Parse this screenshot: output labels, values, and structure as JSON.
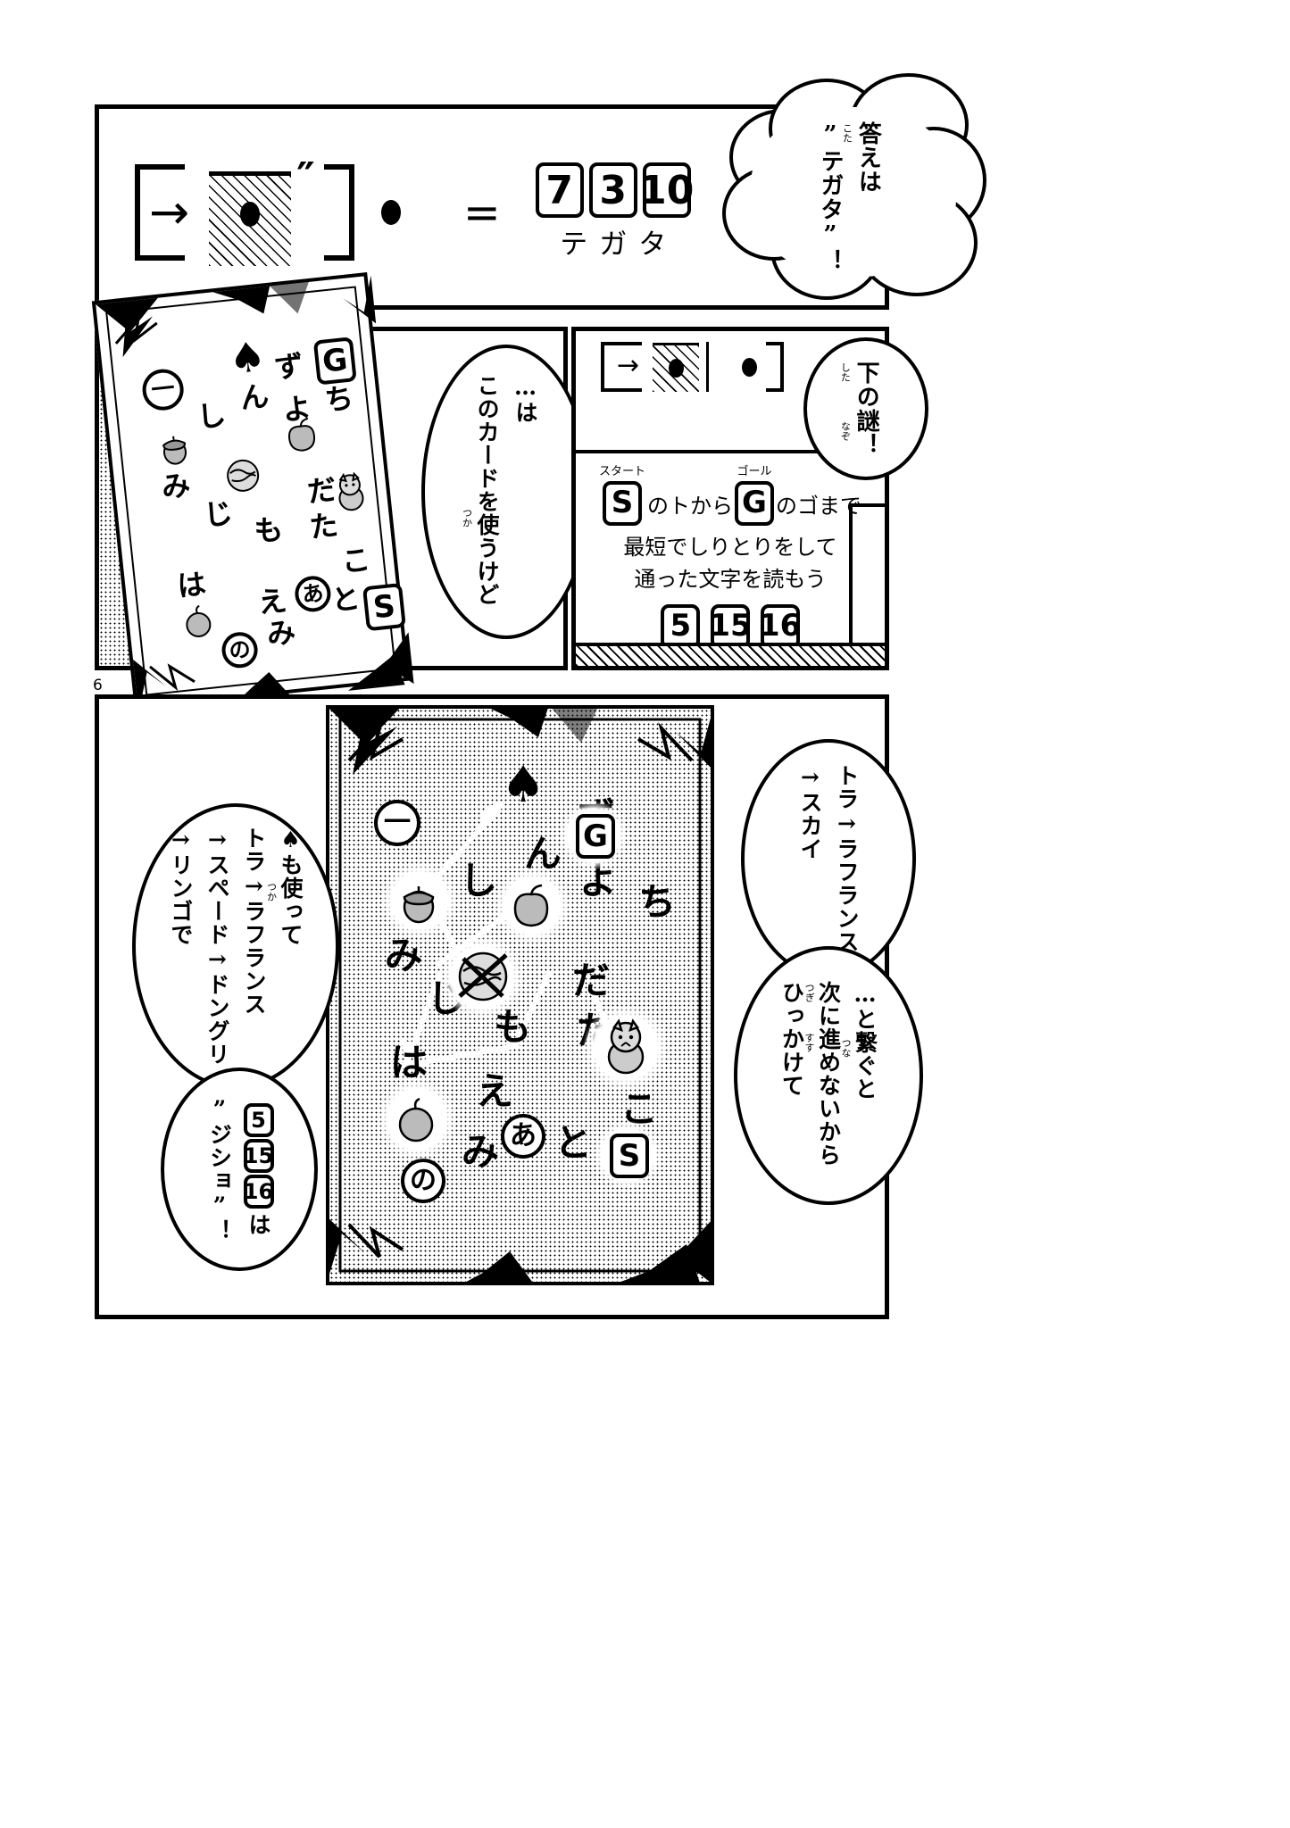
{
  "page": {
    "number": "6"
  },
  "panel_top": {
    "equation": {
      "arrow_icon": "right-arrow",
      "hatched_box_icon": "hatched-square-with-dot",
      "dakuten": "゛",
      "dot_icon": "black-dot",
      "equals": "=",
      "result_tiles": [
        "7",
        "3",
        "10"
      ],
      "result_reading": "テガタ"
    },
    "bubble": {
      "line1": "答えは",
      "ruby1": "こた",
      "line2": "”テガタ”！"
    }
  },
  "panel_card_left": {
    "card": {
      "suit_icon": "spade",
      "rank": "①",
      "rank_glyph": "一",
      "cells": [
        {
          "text": "じ",
          "kind": "kana"
        },
        {
          "text": "み",
          "kind": "kana"
        },
        {
          "text": "し",
          "kind": "kana"
        },
        {
          "text": "ん",
          "kind": "kana"
        },
        {
          "text": "ず",
          "kind": "kana"
        },
        {
          "text": "よ",
          "kind": "kana"
        },
        {
          "text": "ち",
          "kind": "kana"
        },
        {
          "text": "だ",
          "kind": "kana"
        },
        {
          "text": "た",
          "kind": "kana"
        },
        {
          "text": "も",
          "kind": "kana"
        },
        {
          "text": "は",
          "kind": "kana"
        },
        {
          "text": "え",
          "kind": "kana"
        },
        {
          "text": "み",
          "kind": "kana"
        },
        {
          "text": "の",
          "kind": "circled"
        },
        {
          "text": "あ",
          "kind": "circled"
        },
        {
          "text": "と",
          "kind": "kana"
        },
        {
          "text": "こ",
          "kind": "kana"
        }
      ],
      "icons": [
        "acorn",
        "apple",
        "globe",
        "tiger"
      ],
      "markers": [
        "G",
        "S"
      ]
    },
    "bubble": {
      "line1": "…は",
      "line2": "このカードを使うけど",
      "ruby_tsuka": "つか"
    }
  },
  "panel_right_mid": {
    "mini_equation": {
      "arrow_icon": "right-arrow",
      "hatched_box_icon": "hatched-square-with-dot",
      "dot_icon": "black-dot"
    },
    "bubble": {
      "line1": "下の謎！",
      "ruby_shita": "した",
      "ruby_nazo": "なぞ"
    },
    "instruction": {
      "ruby_start": "スタート",
      "start_tile": "S",
      "ruby_goal": "ゴール",
      "goal_tile": "G",
      "line1_a": "のトから",
      "line1_b": "のゴまで",
      "line2": "最短でしりとりをして",
      "line3": "通った文字を読もう",
      "answer_tiles": [
        "5",
        "15",
        "16"
      ]
    }
  },
  "panel_bottom": {
    "card": {
      "suit_icon": "spade",
      "rank_glyph": "一",
      "cells": [
        {
          "text": "し"
        },
        {
          "text": "ん"
        },
        {
          "text": "ず"
        },
        {
          "text": "よ"
        },
        {
          "text": "ち"
        },
        {
          "text": "み"
        },
        {
          "text": "じ"
        },
        {
          "text": "だ"
        },
        {
          "text": "た"
        },
        {
          "text": "も"
        },
        {
          "text": "は"
        },
        {
          "text": "え"
        },
        {
          "text": "み"
        },
        {
          "text": "の"
        },
        {
          "text": "あ"
        },
        {
          "text": "と"
        },
        {
          "text": "こ"
        }
      ],
      "markers": [
        "G",
        "S"
      ],
      "icons": [
        "acorn",
        "apple",
        "globe-crossed-out",
        "tiger",
        "pear"
      ],
      "crossed_out": "globe"
    },
    "bubble_left_top": {
      "line1": "♠も使って",
      "ruby_tsuka": "つか",
      "line2": "トラ→ラフランス",
      "line3": "→スペード→ドングリ",
      "line4": "→リンゴで"
    },
    "bubble_left_bottom": {
      "tiles": [
        "5",
        "15",
        "16"
      ],
      "text": "は",
      "answer": "”ジショ”！"
    },
    "bubble_right_top": {
      "line1": "トラ→ラフランス",
      "line2": "→スカイ"
    },
    "bubble_right_bottom": {
      "line1": "…と繋ぐと",
      "ruby_tsuna": "つな",
      "line2": "次に進めないから",
      "ruby_tsugi": "つぎ",
      "ruby_susu": "すす",
      "line3": "ひっかけて"
    }
  }
}
